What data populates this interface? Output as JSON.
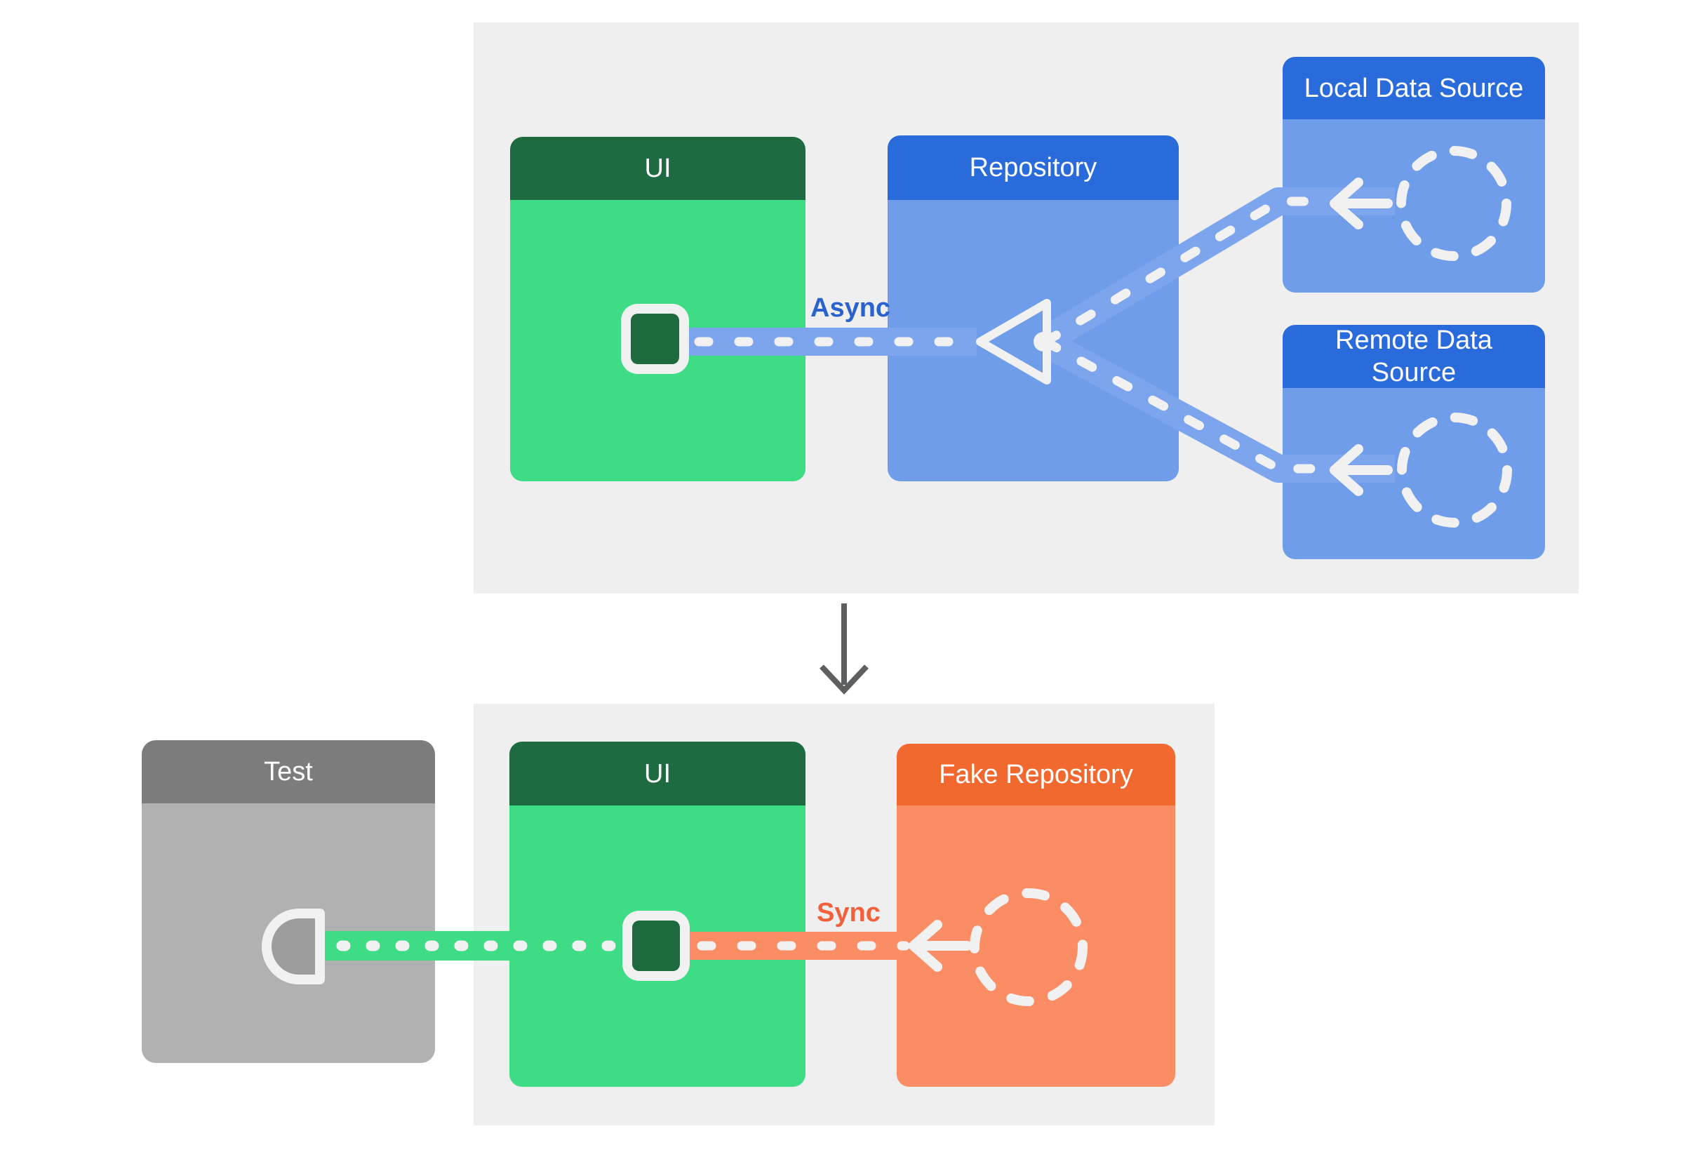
{
  "theme": {
    "colors": {
      "panel": "#efefef",
      "green-header": "#1e6b41",
      "green-body": "#3edc84",
      "blue-header": "#2a6bdb",
      "blue-body": "#6f9dea",
      "band-blue": "#7ca5ed",
      "orange-header": "#f2692f",
      "orange-body": "#fb8d65",
      "gray-header": "#7c7c7c",
      "gray-body": "#b1b1b1",
      "gray-fill": "#9d9d9d",
      "dash": "#f1f1f1",
      "async-text": "#2a63cd",
      "sync-text": "#f2603c",
      "arrow-gray": "#5e5f61",
      "square-fill": "#1d6a3f"
    }
  },
  "top_flow": {
    "boxes": {
      "ui": {
        "title": "UI"
      },
      "repository": {
        "title": "Repository"
      },
      "local": {
        "title": "Local Data Source"
      },
      "remote": {
        "title": "Remote Data\nSource"
      }
    },
    "edge_label": "Async"
  },
  "bottom_flow": {
    "boxes": {
      "test": {
        "title": "Test"
      },
      "ui": {
        "title": "UI"
      },
      "fake_repository": {
        "title": "Fake Repository"
      }
    },
    "edge_label": "Sync"
  }
}
